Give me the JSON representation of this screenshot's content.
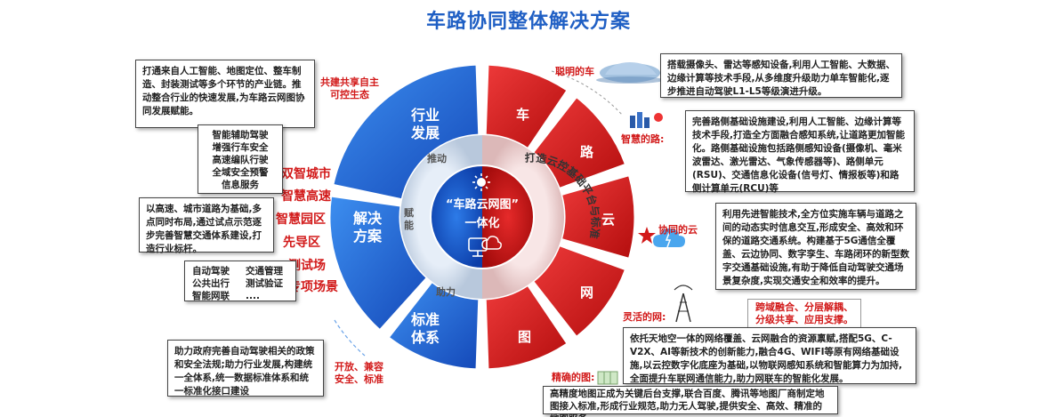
{
  "title": "车路协同整体解决方案",
  "center": {
    "line1": "“车路云网图”",
    "line2": "一体化"
  },
  "arc_text": "打造云控基础平台与标准",
  "ring_labels": {
    "push": "推动",
    "empower": "赋能",
    "assist": "助力"
  },
  "left_segments": [
    {
      "line1": "行业",
      "line2": "发展"
    },
    {
      "line1": "解决",
      "line2": "方案"
    },
    {
      "line1": "标准",
      "line2": "体系"
    }
  ],
  "right_segments": [
    "车",
    "路",
    "云",
    "网",
    "图"
  ],
  "left_labels": {
    "eco": [
      "共建共享自主",
      "可控生态"
    ],
    "open": [
      "开放、兼容",
      "安全、标准"
    ]
  },
  "scenes": [
    "双智城市",
    "智慧高速",
    "智慧园区",
    "先导区",
    "测试场",
    "专项场景"
  ],
  "left_boxes": {
    "industry": "打通来自人工智能、地图定位、整车制造、封装测试等多个环节的产业链。推动整合行业的快速发展,为车路云网图协同发展赋能。",
    "functions": [
      "智能辅助驾驶",
      "增强行车安全",
      "高速编队行驶",
      "全域安全预警",
      "信息服务"
    ],
    "solution": "以高速、城市道路为基础,多点同时布局,通过试点示范逐步完善智慧交通体系建设,打造行业标杆。",
    "apps": [
      "自动驾驶",
      "交通管理",
      "公共出行",
      "测试验证",
      "智能网联",
      "...."
    ],
    "standard": "助力政府完善自动驾驶相关的政策和安全法规;助力行业发展,构建统一全体系,统一数据标准体系和统一标准化接口建设"
  },
  "right_labels": {
    "car": "聪明的车",
    "road": "智慧的路:",
    "cloud": "协同的云",
    "network": "灵活的网:",
    "map": "精确的图:"
  },
  "right_boxes": {
    "car": "搭载摄像头、雷达等感知设备,利用人工智能、大数据、边缘计算等技术手段,从多维度升级助力单车智能化,逐步推进自动驾驶L1-L5等级演进升级。",
    "road": "完善路侧基础设施建设,利用人工智能、边缘计算等技术手段,打造全方面融合感知系统,让道路更加智能化。路侧基础设施包括路侧感知设备(摄像机、毫米波雷达、激光雷达、气象传感器等)、路侧单元(RSU)、交通信息化设备(信号灯、情报板等)和路侧计算单元(RCU)等",
    "cloud": "利用先进智能技术,全方位实施车辆与道路之间的动态实时信息交互,形成安全、高效和环保的道路交通系统。构建基于5G通信全覆盖、云边协同、数字孪生、车路闭环的新型数字交通基础设施,有助于降低自动驾驶交通场景复杂度,实现交通安全和效率的提升。",
    "network_tag": [
      "跨域融合、分层解耦、",
      "分级共享、应用支撑。"
    ],
    "network": "依托天地空一体的网络覆盖、云网融合的资源禀赋,搭配5G、C-V2X、AI等新技术的创新能力,融合4G、WIFI等原有网络基础设施,以云控数字化底座为基础,以物联网感知系统和智能算力为加持,全面提升车联网通信能力,助力网联车的智能化发展。",
    "map": "高精度地图正成为关键后台支撑,联合百度、腾讯等地图厂商制定地图接入标准,形成行业规范,助力无人驾驶,提供安全、高效、精准的地图服务"
  }
}
